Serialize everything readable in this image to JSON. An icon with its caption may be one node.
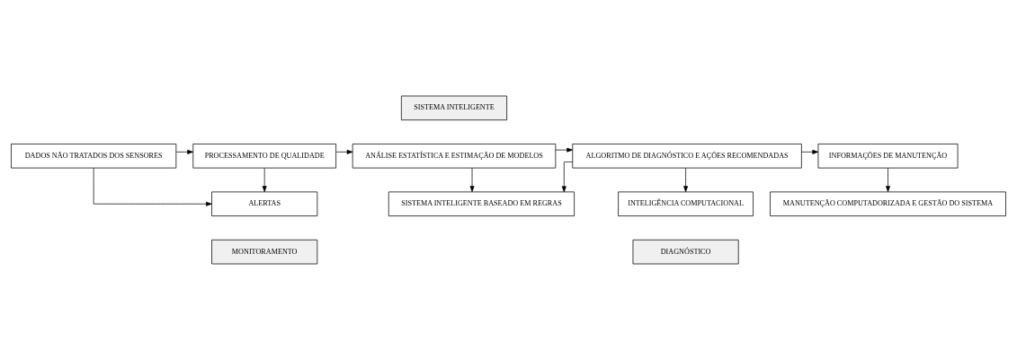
{
  "diagram": {
    "nodes": [
      {
        "text": [
          "SISTEMA INTELIGENTE"
        ]
      },
      {
        "text": [
          "DADOS NÃO TRATADOS DOS SENSORES"
        ]
      },
      {
        "text": [
          "PROCESSAMENTO DE QUALIDADE"
        ]
      },
      {
        "text": [
          "ANÁLISE ESTATÍSTICA E ESTIMAÇÃO DE MODELOS"
        ]
      },
      {
        "text": [
          "ALGORITMO DE DIAGNÓSTICO E AÇÕES RECOMENDADAS"
        ]
      },
      {
        "text": [
          "INFORMAÇÕES DE MANUTENÇÃO"
        ]
      },
      {
        "text": [
          "ALERTAS"
        ]
      },
      {
        "text": [
          "SISTEMA INTELIGENTE BASEADO EM REGRAS"
        ]
      },
      {
        "text": [
          "INTELIGÊNCIA COMPUTACIONAL"
        ]
      },
      {
        "text": [
          "MANUTENÇÃO COMPUTADORIZADA E GESTÃO DO SISTEMA"
        ]
      },
      {
        "text": [
          "MONITORAMENTO"
        ]
      },
      {
        "text": [
          "DIAGNÓSTICO"
        ]
      }
    ],
    "edges": [
      {
        "from": 1,
        "to": 2,
        "arrow": "to"
      },
      {
        "from": 2,
        "to": 3,
        "arrow": "to"
      },
      {
        "from": 3,
        "to": 4,
        "arrow": "to"
      },
      {
        "from": 4,
        "to": 5,
        "arrow": "to"
      },
      {
        "from": 1,
        "to": 6,
        "arrow": "to"
      },
      {
        "from": 2,
        "to": 6,
        "arrow": "to"
      },
      {
        "from": 3,
        "to": 7,
        "arrow": "to"
      },
      {
        "from": 4,
        "to": 7,
        "arrow": "to"
      },
      {
        "from": 4,
        "to": 8,
        "arrow": "to"
      },
      {
        "from": 5,
        "to": 9,
        "arrow": "to"
      }
    ]
  }
}
